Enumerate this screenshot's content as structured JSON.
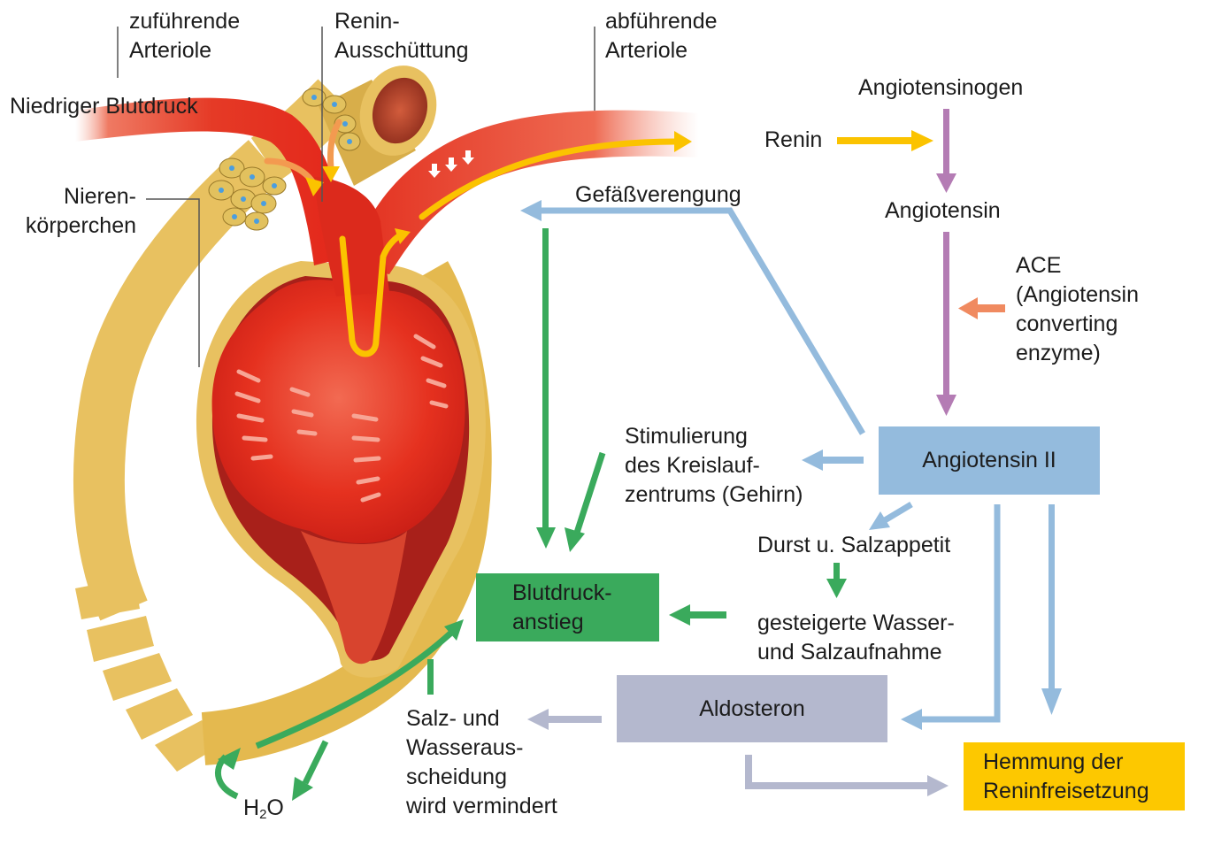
{
  "title": "Renin-Angiotensin-Aldosteron-System",
  "colors": {
    "blood_red": "#e8291c",
    "tubule_gold": "#e7c05a",
    "renin_yellow": "#fbc300",
    "angiotensin_purple": "#b47cb4",
    "ace_orange": "#f08a60",
    "angiotensin2_blue": "#94bbdd",
    "bp_green": "#3aaa5c",
    "aldosterone_gray": "#b4b8ce",
    "inhibition_yellow": "#fdc800"
  },
  "anatomy_labels": {
    "afferent_arteriole": "zuführende\nArteriole",
    "renin_release": "Renin-\nAusschüttung",
    "efferent_arteriole": "abführende\nArteriole",
    "low_blood_pressure": "Niedriger Blutdruck",
    "renal_corpuscle": "Nieren-\nkörperchen",
    "water": "H",
    "water_sub": "2",
    "water_o": "O"
  },
  "cascade": {
    "angiotensinogen": "Angiotensinogen",
    "renin": "Renin",
    "angiotensin": "Angiotensin",
    "ace": "ACE\n(Angiotensin\nconverting\nenzyme)",
    "angiotensin_ii": "Angiotensin II"
  },
  "effects": {
    "vasoconstriction": "Gefäßverengung",
    "circulation_center": "Stimulierung\ndes Kreislauf-\nzentrums (Gehirn)",
    "thirst": "Durst u. Salzappetit",
    "intake": "gesteigerte Wasser-\nund Salzaufnahme",
    "bp_increase": "Blutdruck-\nanstieg",
    "aldosterone": "Aldosteron",
    "excretion": "Salz- und\nWasseraus-\nscheidung\nwird vermindert",
    "renin_inhibition": "Hemmung der\nReninfreisetzung"
  }
}
